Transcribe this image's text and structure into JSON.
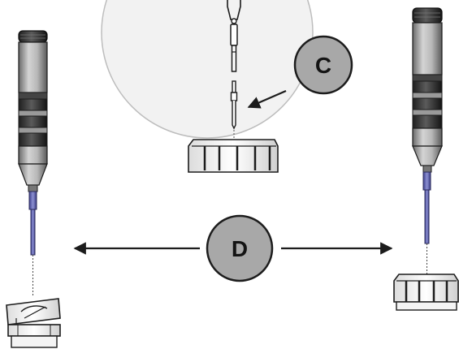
{
  "callouts": [
    {
      "id": "C",
      "label": "C"
    },
    {
      "id": "D",
      "label": "D"
    }
  ],
  "colors": {
    "background": "#ffffff",
    "handle_dark": "#2b2b2b",
    "handle_mid": "#8e8e8e",
    "handle_light": "#d8d8d8",
    "blade_blue": "#6f72b8",
    "callout_fill": "#a7a7a7",
    "detail_circle_fill": "#efefef",
    "detail_circle_stroke": "#b9b9b9",
    "outline": "#1c1c1c"
  },
  "icons": [
    "screwdriver-left-icon",
    "screwdriver-right-icon",
    "nozzle-left-icon",
    "nozzle-right-icon",
    "pin-icon",
    "arrow-left-icon",
    "arrow-right-icon",
    "arrow-diagonal-icon"
  ]
}
